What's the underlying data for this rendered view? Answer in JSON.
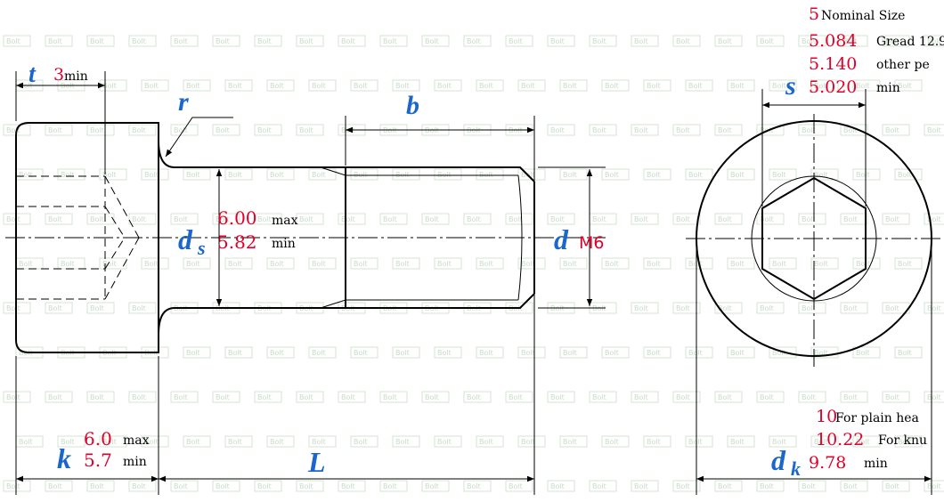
{
  "watermark": "Bolt",
  "symbols": {
    "t": "t",
    "r": "r",
    "b": "b",
    "s": "s",
    "d_s_main": "d",
    "d_s_sub": "s",
    "d": "d",
    "k": "k",
    "L": "L",
    "d_k_main": "d",
    "d_k_sub": "k"
  },
  "t": {
    "value": "3",
    "qualifier": "min"
  },
  "d_s": {
    "max_value": "6.00",
    "max_label": "max",
    "min_value": "5.82",
    "min_label": "min"
  },
  "d": {
    "value": "M6"
  },
  "k": {
    "max_value": "6.0",
    "max_label": "max",
    "min_value": "5.7",
    "min_label": "min"
  },
  "s": {
    "rows": [
      {
        "value": "5",
        "label": "Nominal Size"
      },
      {
        "value": "5.084",
        "label": "Gread 12.9"
      },
      {
        "value": "5.140",
        "label": "other pe"
      },
      {
        "value": "5.020",
        "label": "min"
      }
    ]
  },
  "d_k": {
    "rows": [
      {
        "value": "10",
        "label": "For plain hea"
      },
      {
        "value": "10.22",
        "label": "For knu"
      },
      {
        "value": "9.78",
        "label": "min"
      }
    ]
  },
  "colors": {
    "symbol": "#1a66cc",
    "value": "#e0002a",
    "line": "#000000"
  }
}
